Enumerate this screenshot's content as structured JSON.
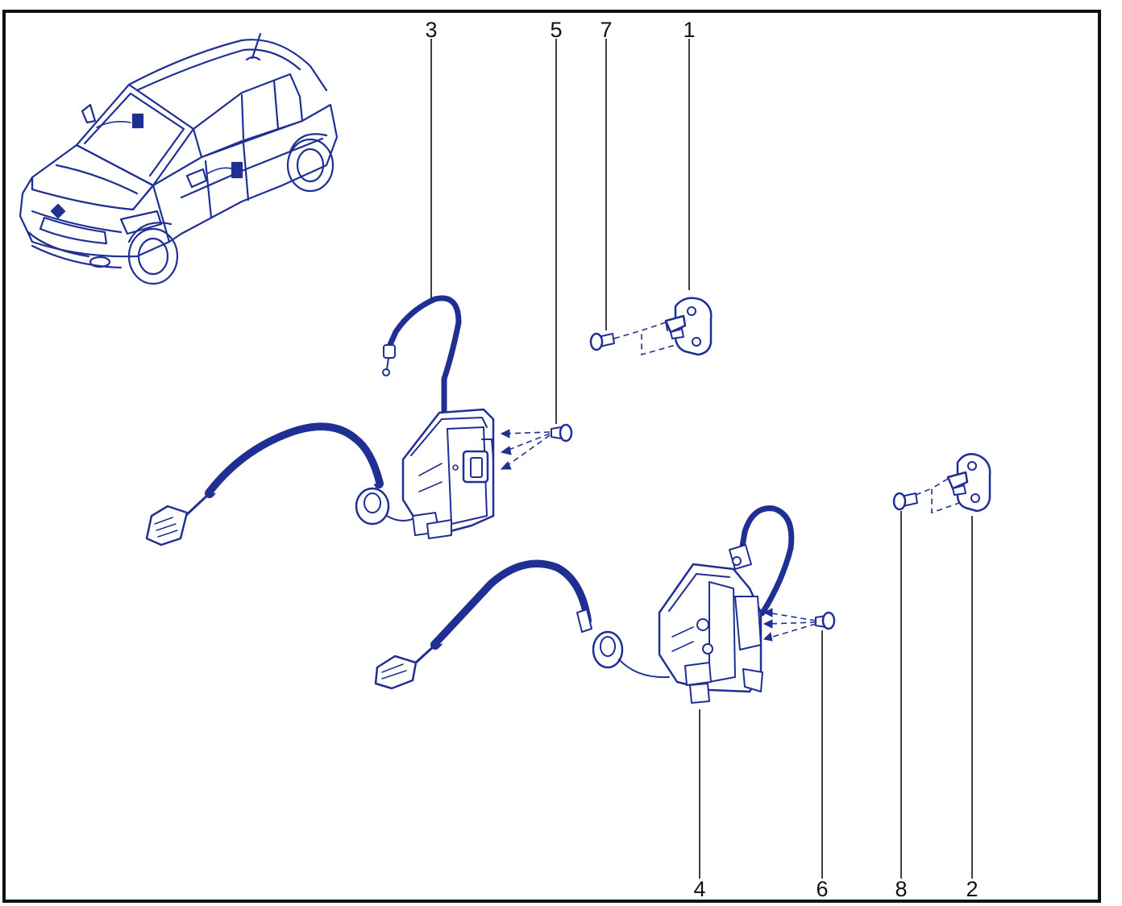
{
  "diagram": {
    "callouts": [
      {
        "id": "c3",
        "text": "3"
      },
      {
        "id": "c5",
        "text": "5"
      },
      {
        "id": "c7",
        "text": "7"
      },
      {
        "id": "c1",
        "text": "1"
      },
      {
        "id": "c4",
        "text": "4"
      },
      {
        "id": "c6",
        "text": "6"
      },
      {
        "id": "c8",
        "text": "8"
      },
      {
        "id": "c2",
        "text": "2"
      }
    ],
    "colors": {
      "ink": "#1f2f93",
      "frame": "#111111",
      "background": "#ffffff"
    }
  }
}
